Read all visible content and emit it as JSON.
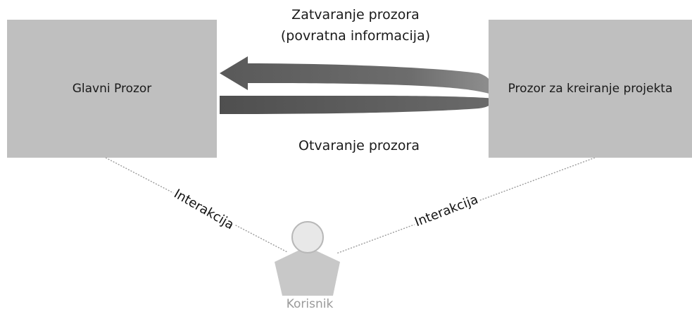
{
  "nodes": {
    "main_window": "Glavni Prozor",
    "project_window": "Prozor za kreiranje projekta",
    "user": "Korisnik"
  },
  "edges": {
    "close_label": "Zatvaranje prozora\n(povratna informacija)",
    "open_label": "Otvaranje prozora",
    "interaction_left": "Interakcija",
    "interaction_right": "Interakcija"
  },
  "colors": {
    "box_fill": "#bfbfbf",
    "arrow_dark": "#595959",
    "arrow_mid": "#7f7f7f",
    "actor_fill": "#c8c8c8",
    "dotted_line": "#9b9b9b"
  }
}
